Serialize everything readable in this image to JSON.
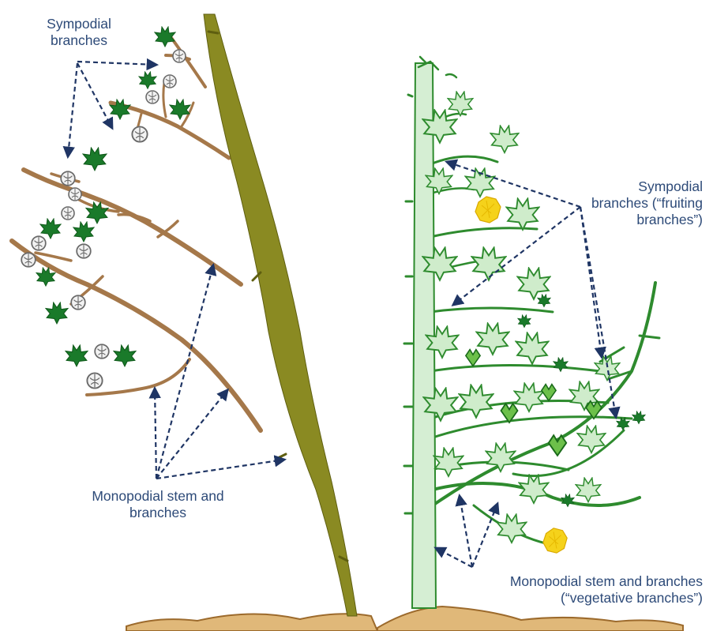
{
  "labels": {
    "left_sympodial_line1": "Sympodial",
    "left_sympodial_line2": "branches",
    "left_monopodial_line1": "Monopodial stem and",
    "left_monopodial_line2": "branches",
    "right_sympodial_line1": "Sympodial",
    "right_sympodial_line2": "branches (“fruiting",
    "right_sympodial_line3": "branches”)",
    "right_monopodial_line1": "Monopodial stem and branches",
    "right_monopodial_line2": "(“vegetative branches”)"
  },
  "colors": {
    "label_text": "#2d4a78",
    "arrow": "#1f3564",
    "left_stem": "#8a8a22",
    "left_branch": "#a5784a",
    "right_stem_fill": "#d5eed3",
    "right_stem_outline": "#2e8b2e",
    "leaf_dark": "#1a7a2a",
    "leaf_light": "#cfeccb",
    "flower": "#f5d21b",
    "soil": "#e0b879"
  }
}
